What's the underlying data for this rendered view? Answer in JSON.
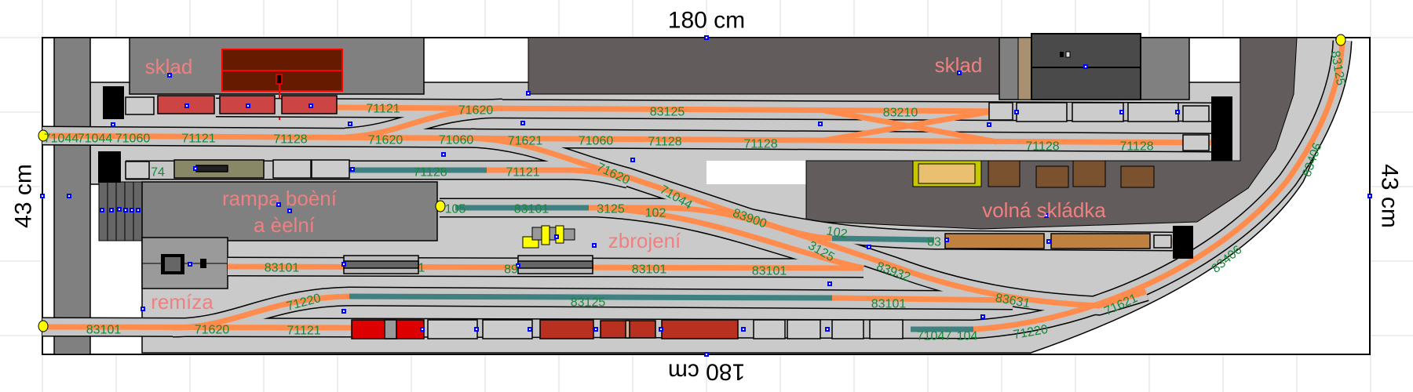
{
  "dimensions": {
    "top": "180 cm",
    "bottom": "180 cm",
    "left": "43 cm",
    "right": "43 cm"
  },
  "places": {
    "sklad_left": "sklad",
    "sklad_right": "sklad",
    "rampa_line1": "rampa boèní",
    "rampa_line2": "a èelní",
    "zbrojeni": "zbrojení",
    "volna_skladka": "volná skládka",
    "remiza": "remíza"
  },
  "track_labels": [
    "71121",
    "71620",
    "83125",
    "83210",
    "71044",
    "71044",
    "71060",
    "71121",
    "71128",
    "71620",
    "71060",
    "71621",
    "71060",
    "71128",
    "71128",
    "71128",
    "71128",
    "74",
    "71128",
    "71121",
    "71620",
    "71044",
    "105",
    "83101",
    "3125",
    "102",
    "83900",
    "102",
    "83",
    "3125",
    "83101",
    "1",
    "89",
    "83101",
    "83101",
    "83932",
    "71220",
    "83125",
    "83101",
    "83631",
    "71621",
    "83101",
    "71620",
    "71121",
    "71047",
    "104",
    "71220",
    "83406",
    "83406",
    "83125"
  ],
  "colors": {
    "rail": "#ff8c4c",
    "ballast": "#c6c6c6",
    "gravel": "#cacaca",
    "dark_ground": "#625c5c",
    "building": "#808080",
    "label_track": "#17883a",
    "label_place": "#f08080"
  }
}
